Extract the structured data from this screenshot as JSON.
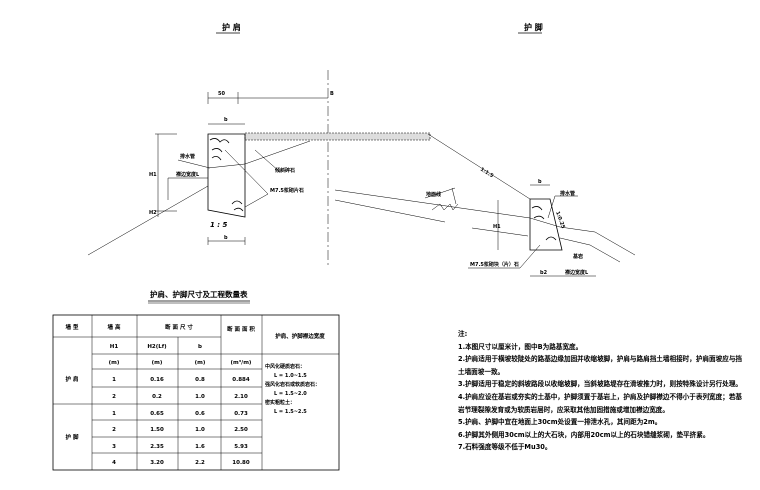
{
  "titles": {
    "shoulder": "护 肩",
    "toe": "护 脚"
  },
  "left_drawing": {
    "dim_50": "50",
    "dim_B": "B",
    "dim_b_top": "b",
    "dim_b_bottom": "b",
    "H1": "H1",
    "H2": "H2",
    "slope": "1 : 5",
    "drain": "排水管",
    "ledge": "襟边宽度L",
    "gravel": "倾斜碎石",
    "masonry": "M7.5浆砌片石"
  },
  "right_drawing": {
    "slope_fill": "1:1.5",
    "ground": "地面线",
    "dim_b": "b",
    "drain": "排水管",
    "wall_slope": "1:0.25",
    "H1": "H1",
    "bedrock": "基岩",
    "masonry": "M7.5浆砌块（片）石",
    "dim_b2": "b2",
    "ledge": "襟边宽度L"
  },
  "table": {
    "title": "护肩、护脚尺寸及工程数量表",
    "headers": {
      "type": "墙 型",
      "height": "墙 高",
      "section": "断 面 尺 寸",
      "area": "断 面 面 积",
      "ledge": "护肩、护脚襟边宽度"
    },
    "sub": {
      "h1": "H1",
      "h2": "H2(Lf)",
      "b": "b"
    },
    "units": {
      "h1": "(m)",
      "h2": "(m)",
      "b": "(m)",
      "area": "(m³/m)"
    },
    "groups": {
      "shoulder": "护 肩",
      "toe": "护 脚"
    },
    "rows": [
      {
        "h1": "1",
        "h2": "0.16",
        "b": "0.8",
        "area": "0.884"
      },
      {
        "h1": "2",
        "h2": "0.2",
        "b": "1.0",
        "area": "2.10"
      },
      {
        "h1": "1",
        "h2": "0.65",
        "b": "0.6",
        "area": "0.73"
      },
      {
        "h1": "2",
        "h2": "1.50",
        "b": "1.0",
        "area": "2.50"
      },
      {
        "h1": "3",
        "h2": "2.35",
        "b": "1.6",
        "area": "5.93"
      },
      {
        "h1": "4",
        "h2": "3.20",
        "b": "2.2",
        "area": "10.80"
      }
    ],
    "ledge_lines": [
      "中风化硬质岩石：",
      "L = 1.0~1.5",
      "强风化岩石或软质岩石：",
      "L = 1.5~2.0",
      "密实粗粒土：",
      "L = 1.5~2.5"
    ]
  },
  "notes": {
    "heading": "注:",
    "items": [
      "1.本图尺寸以厘米计，图中B为路基宽度。",
      "2.护肩适用于横坡较陡处的路基边缘加固并收缩坡脚，护肩与路肩挡土墙相接时，护肩面坡应与挡",
      "土墙面坡一致。",
      "3.护脚适用于稳定的斜坡路段以收缩坡脚，当斜坡路堤存在滑坡推力时，则按特殊设计另行处理。",
      "4.护肩应设在基岩或夯实的土基中，护脚须置于基岩上，护肩及护脚襟边不得小于表列宽度；若基",
      "岩节理裂隙发育或为软质岩层时，应采取其他加固措施或增加襟边宽度。",
      "5.护肩、护脚中宜在地面上30cm处设置一排泄水孔，其间距为2m。",
      "6.护脚其外侧用30cm以上的大石块，内部用20cm以上的石块错缝浆砌，垫平挤紧。",
      "7.石料强度等级不低于Mu30。"
    ]
  }
}
